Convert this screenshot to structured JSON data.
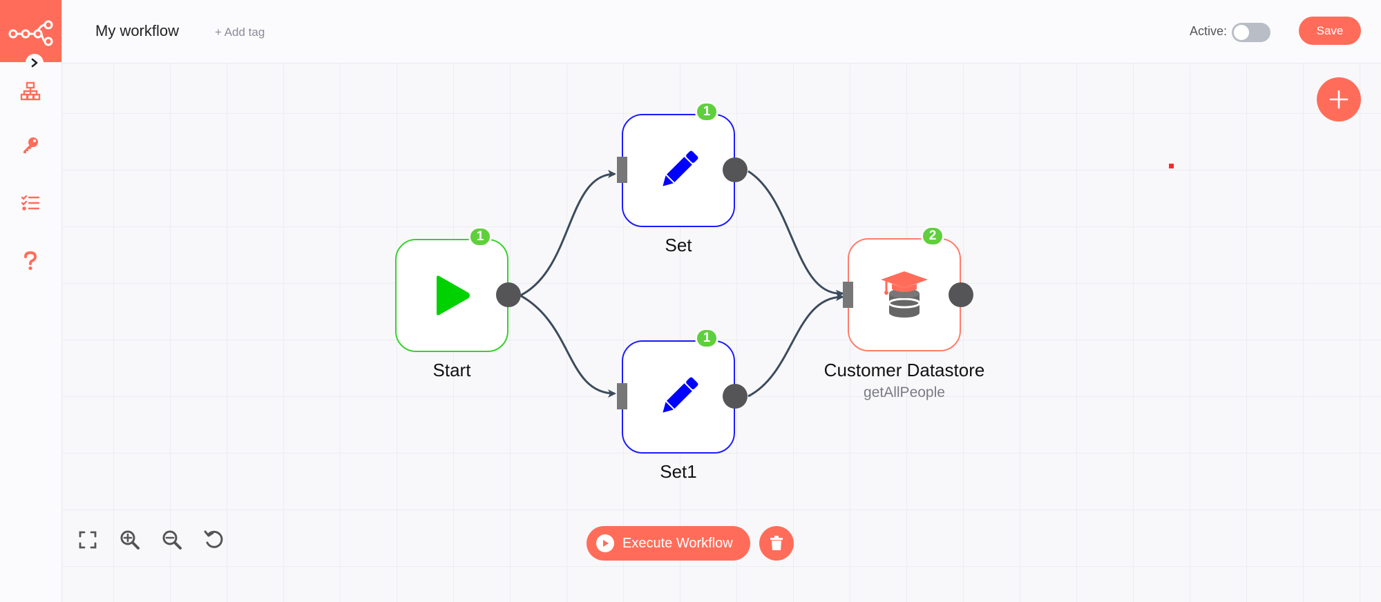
{
  "header": {
    "workflow_name": "My workflow",
    "add_tag_label": "+ Add tag",
    "active_label": "Active:",
    "active": false,
    "save_label": "Save"
  },
  "sidebar": {
    "items": [
      {
        "icon": "network-icon"
      },
      {
        "icon": "key-icon"
      },
      {
        "icon": "task-list-icon"
      },
      {
        "icon": "question-icon"
      }
    ]
  },
  "nodes": [
    {
      "id": "start",
      "label": "Start",
      "badge": "1",
      "border_color": "#36d12a",
      "icon": "play-icon",
      "icon_color": "#00d100"
    },
    {
      "id": "set",
      "label": "Set",
      "badge": "1",
      "border_color": "#1a1aff",
      "icon": "pencil-icon",
      "icon_color": "#0000ff"
    },
    {
      "id": "set1",
      "label": "Set1",
      "badge": "1",
      "border_color": "#1a1aff",
      "icon": "pencil-icon",
      "icon_color": "#0000ff"
    },
    {
      "id": "customer-datastore",
      "label": "Customer Datastore",
      "subtitle": "getAllPeople",
      "badge": "2",
      "border_color": "#ff7b6b",
      "icon": "datastore-icon",
      "icon_color": "#ff6d5a"
    }
  ],
  "connections": [
    {
      "from": "start",
      "to": "set"
    },
    {
      "from": "start",
      "to": "set1"
    },
    {
      "from": "set",
      "to": "customer-datastore"
    },
    {
      "from": "set1",
      "to": "customer-datastore"
    }
  ],
  "footer": {
    "execute_label": "Execute Workflow",
    "zoom_controls": [
      "fullscreen-icon",
      "zoom-in-icon",
      "zoom-out-icon",
      "reset-zoom-icon"
    ]
  },
  "colors": {
    "accent": "#ff6d5a",
    "badge": "#5fcf3c",
    "connection": "#3c4b5c"
  }
}
